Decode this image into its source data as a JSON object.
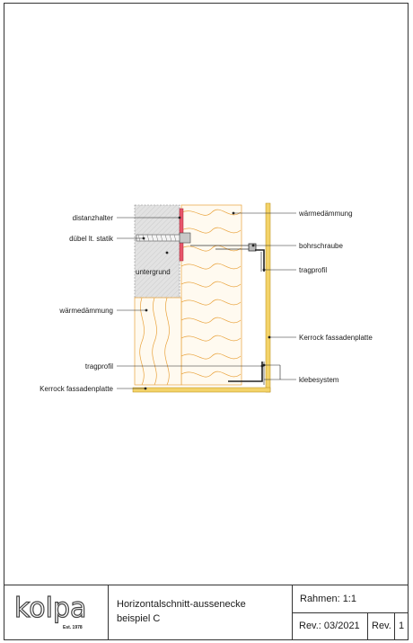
{
  "labels": {
    "distanzhalter": "distanzhalter",
    "duebel": "dübel lt. statik",
    "untergrund": "untergrund",
    "waermedaemmung_left": "wärmedämmung",
    "tragprofil_left": "tragprofil",
    "kerrock_left": "Kerrock fassadenplatte",
    "waermedaemmung_right": "wärmedämmung",
    "bohrschraube": "bohrschraube",
    "tragprofil_right": "tragprofil",
    "kerrock_right": "Kerrock fassadenplatte",
    "klebesystem": "klebesystem"
  },
  "title_block": {
    "logo": "kolpa",
    "logo_est": "Est. 1978",
    "title_line1": "Horizontalschnitt-aussenecke",
    "title_line2": "beispiel C",
    "scale": "Rahmen: 1:1",
    "revision_date": "Rev.: 03/2021",
    "revision_label": "Rev.",
    "revision_number": "1"
  },
  "colors": {
    "insulation": "#e9a23b",
    "panel": "#f3d36a",
    "spacer": "#e8556b",
    "substrate": "#d8d8d8"
  }
}
